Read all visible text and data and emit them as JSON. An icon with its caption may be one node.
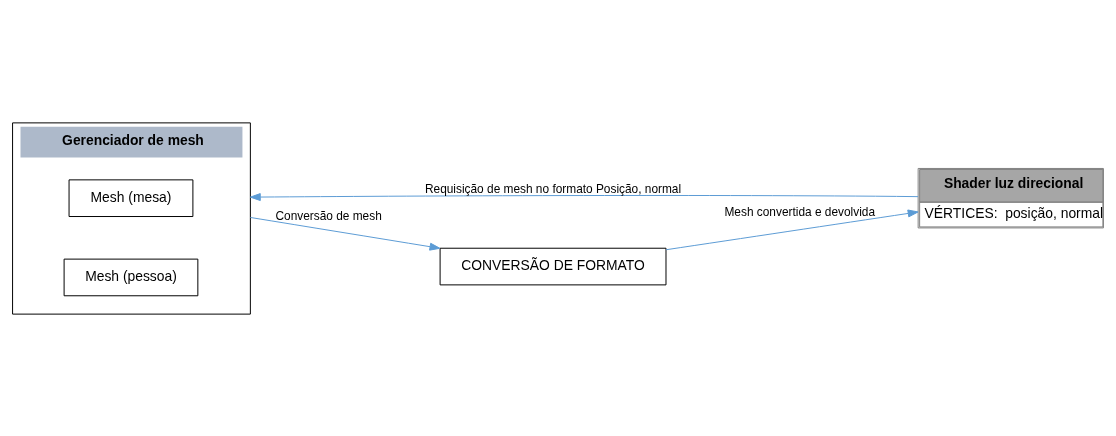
{
  "diagram": {
    "nodes": [
      {
        "text": [
          "Shader luz direcional",
          "VÉRTICES:  posição, normal"
        ]
      },
      {
        "text": [
          "Gerenciador de mesh"
        ]
      },
      {
        "text": [
          "Mesh (mesa)"
        ],
        "in": 1
      },
      {
        "text": [
          "Mesh (pessoa)"
        ],
        "in": 1
      },
      {
        "text": [
          "CONVERSÃO DE FORMATO"
        ]
      }
    ],
    "edges": [
      {
        "from": 0,
        "to": 1,
        "arrow": "to",
        "label": "Requisição de mesh no formato Posição, normal"
      },
      {
        "from": 1,
        "to": 4,
        "arrow": "to",
        "label": "Conversão de mesh"
      },
      {
        "from": 4,
        "to": 0,
        "arrow": "to",
        "label": "Mesh convertida e devolvida"
      }
    ]
  }
}
